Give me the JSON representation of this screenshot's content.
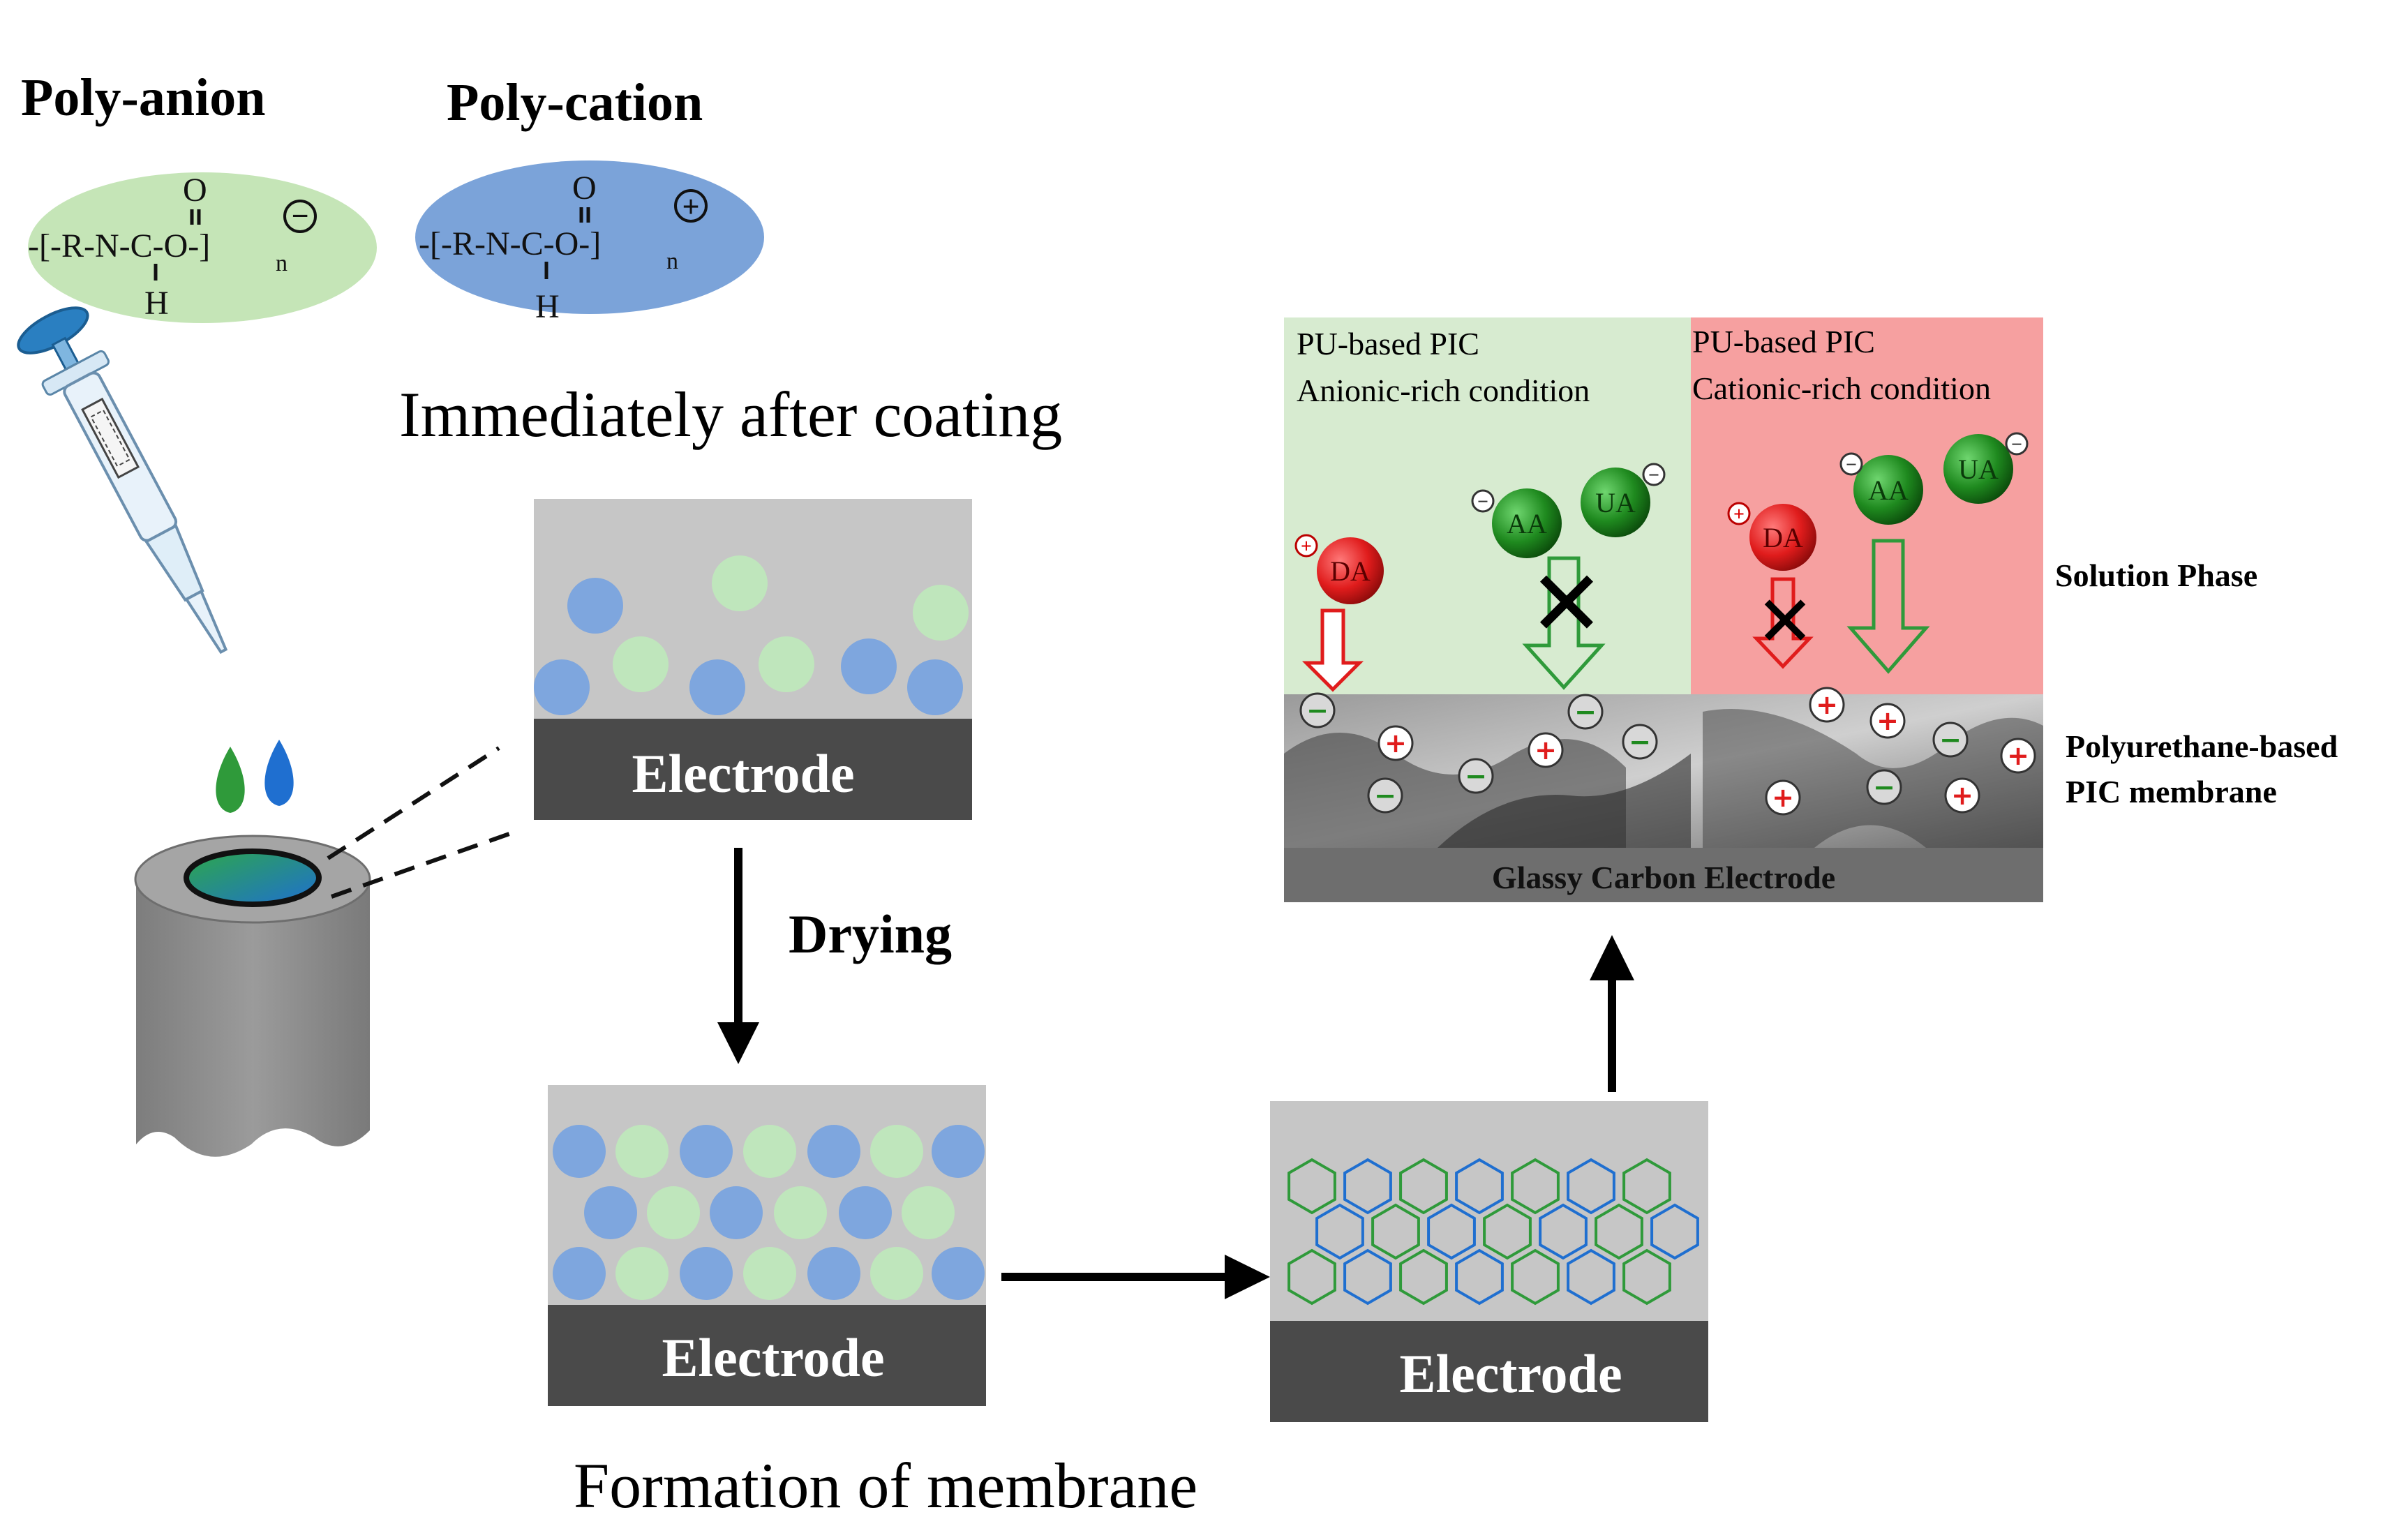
{
  "polymers": {
    "anion_label": "Poly-anion",
    "cation_label": "Poly-cation",
    "anion_formula_chain": "-[-R-N-C-O-]",
    "cation_formula_chain": "-[-R-N-C-O-]",
    "subscript": "n",
    "carbonyl_o": "O",
    "amine_h": "H",
    "minus_sign": "−",
    "plus_sign": "+"
  },
  "steps": {
    "coating_title": "Immediately after coating",
    "drying_label": "Drying",
    "membrane_title": "Formation of membrane",
    "electrode_label": "Electrode"
  },
  "mechanism": {
    "anionic_title_1": "PU-based PIC",
    "anionic_title_2": "Anionic-rich  condition",
    "cationic_title_1": "PU-based PIC",
    "cationic_title_2": "Cationic-rich  condition",
    "solution_phase": "Solution Phase",
    "membrane_label_1": "Polyurethane-based",
    "membrane_label_2": "PIC membrane",
    "electrode_label": "Glassy Carbon Electrode",
    "da": "DA",
    "aa": "AA",
    "ua": "UA",
    "blocked_mark": "✕"
  },
  "colors": {
    "anion_green": "#c5e5b7",
    "cation_blue": "#7ba3d9",
    "sphere_blue": "#7ea6de",
    "sphere_green": "#bfe6bc",
    "electrode_dark": "#4a4a4a",
    "layer_gray": "#c6c6c6",
    "panel_green": "#d7ebd0",
    "panel_red": "#f6a0a0",
    "da_red": "#e01c1c",
    "aa_green": "#1f8a1f"
  }
}
